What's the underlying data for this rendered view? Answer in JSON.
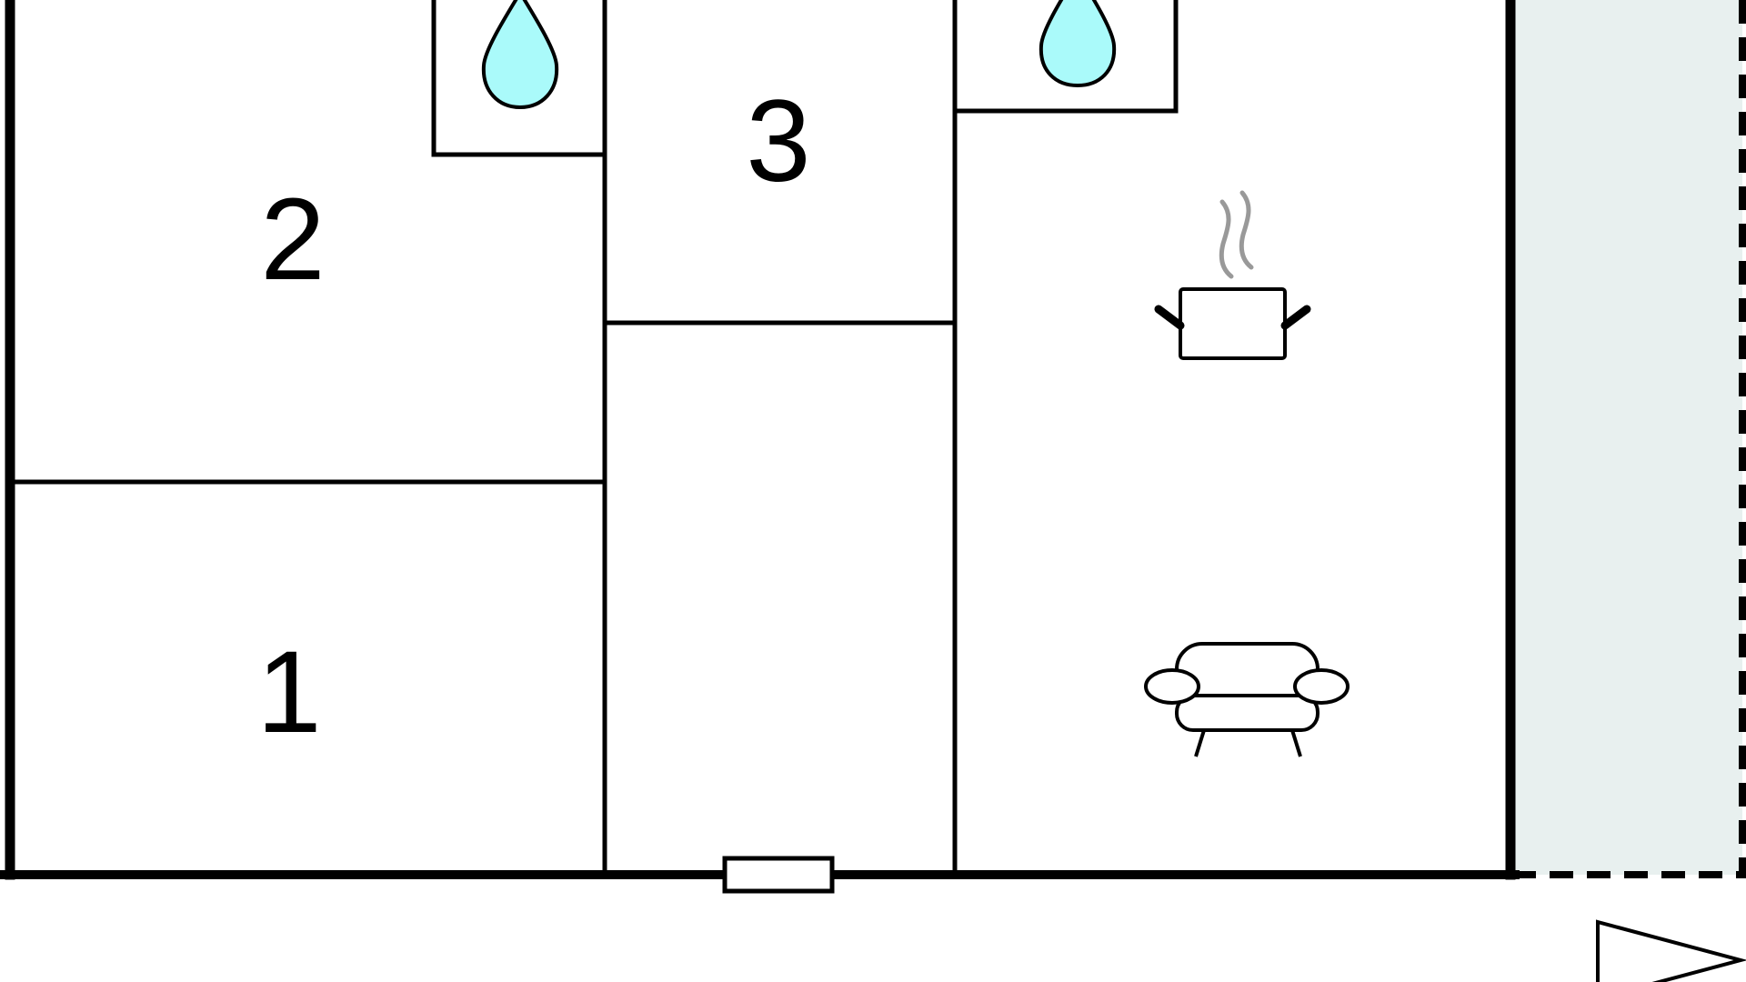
{
  "floorplan": {
    "rooms": [
      {
        "id": "bedroom-1",
        "label": "1"
      },
      {
        "id": "bedroom-2",
        "label": "2"
      },
      {
        "id": "bedroom-3",
        "label": "3"
      }
    ],
    "icons": {
      "water_drop": "water-drop-icon",
      "cooking_pot": "cooking-pot-icon",
      "sofa": "sofa-icon",
      "north_arrow": "compass-arrow-icon"
    },
    "colors": {
      "wall": "#000000",
      "water": "#aafafa",
      "steam": "#999999",
      "terrace": "#e8f0ef",
      "background": "#ffffff"
    }
  }
}
